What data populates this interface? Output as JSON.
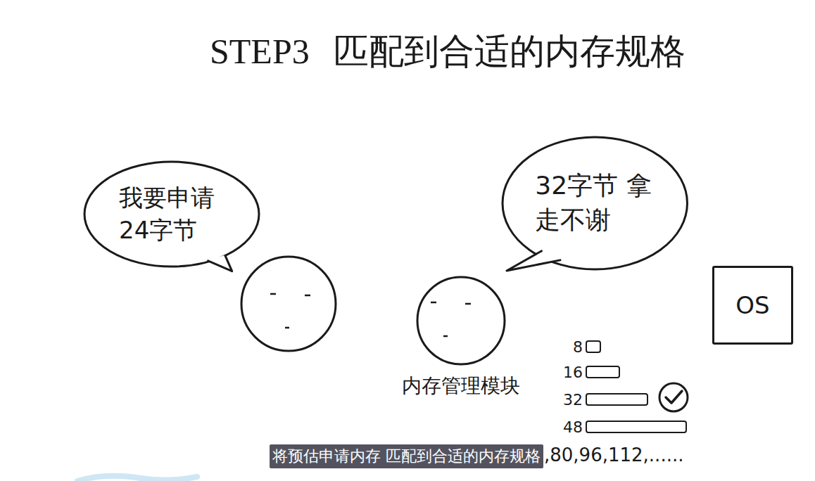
{
  "diagram": {
    "title": "STEP3 匹配到合适的内存规格",
    "caption": "将预估申请内存 匹配到合适的内存规格",
    "nodes": [
      {
        "text": [
          "我要申请 24字节"
        ]
      },
      {
        "text": [
          "32字节 拿走不谢"
        ]
      },
      {
        "text": [
          "内存管理模块"
        ]
      },
      {
        "text": [
          "OS"
        ]
      },
      {
        "text": [
          "8"
        ]
      },
      {
        "text": [
          "16"
        ]
      },
      {
        "text": [
          "32"
        ]
      },
      {
        "text": [
          "48"
        ]
      }
    ],
    "labels": [
      ",80,96,112,......"
    ]
  }
}
